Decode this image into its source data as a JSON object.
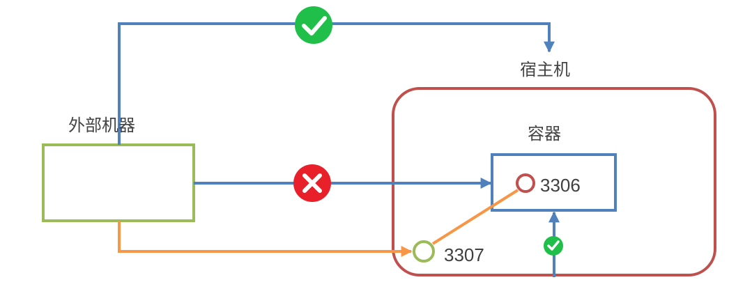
{
  "labels": {
    "external_machine": "外部机器",
    "host": "宿主机",
    "container": "容器",
    "container_port": "3306",
    "host_port": "3307"
  },
  "colors": {
    "external_box": "#9bbb59",
    "host_box": "#c0504d",
    "container_box": "#4f81bd",
    "blue_arrow": "#4f81bd",
    "orange_mapping": "#f79646",
    "ok_badge": "#1fbf4a",
    "fail_badge": "#e8202a"
  },
  "connections": [
    {
      "from": "external_machine",
      "to": "host",
      "status": "ok",
      "icon": "check-icon"
    },
    {
      "from": "external_machine",
      "to": "container_port",
      "status": "blocked",
      "icon": "cross-icon"
    },
    {
      "from": "external_machine",
      "to": "host_port",
      "status": "mapped"
    },
    {
      "from": "host_port",
      "to": "container_port",
      "status": "mapped"
    },
    {
      "from": "host",
      "to": "container",
      "status": "ok",
      "icon": "check-icon"
    }
  ]
}
